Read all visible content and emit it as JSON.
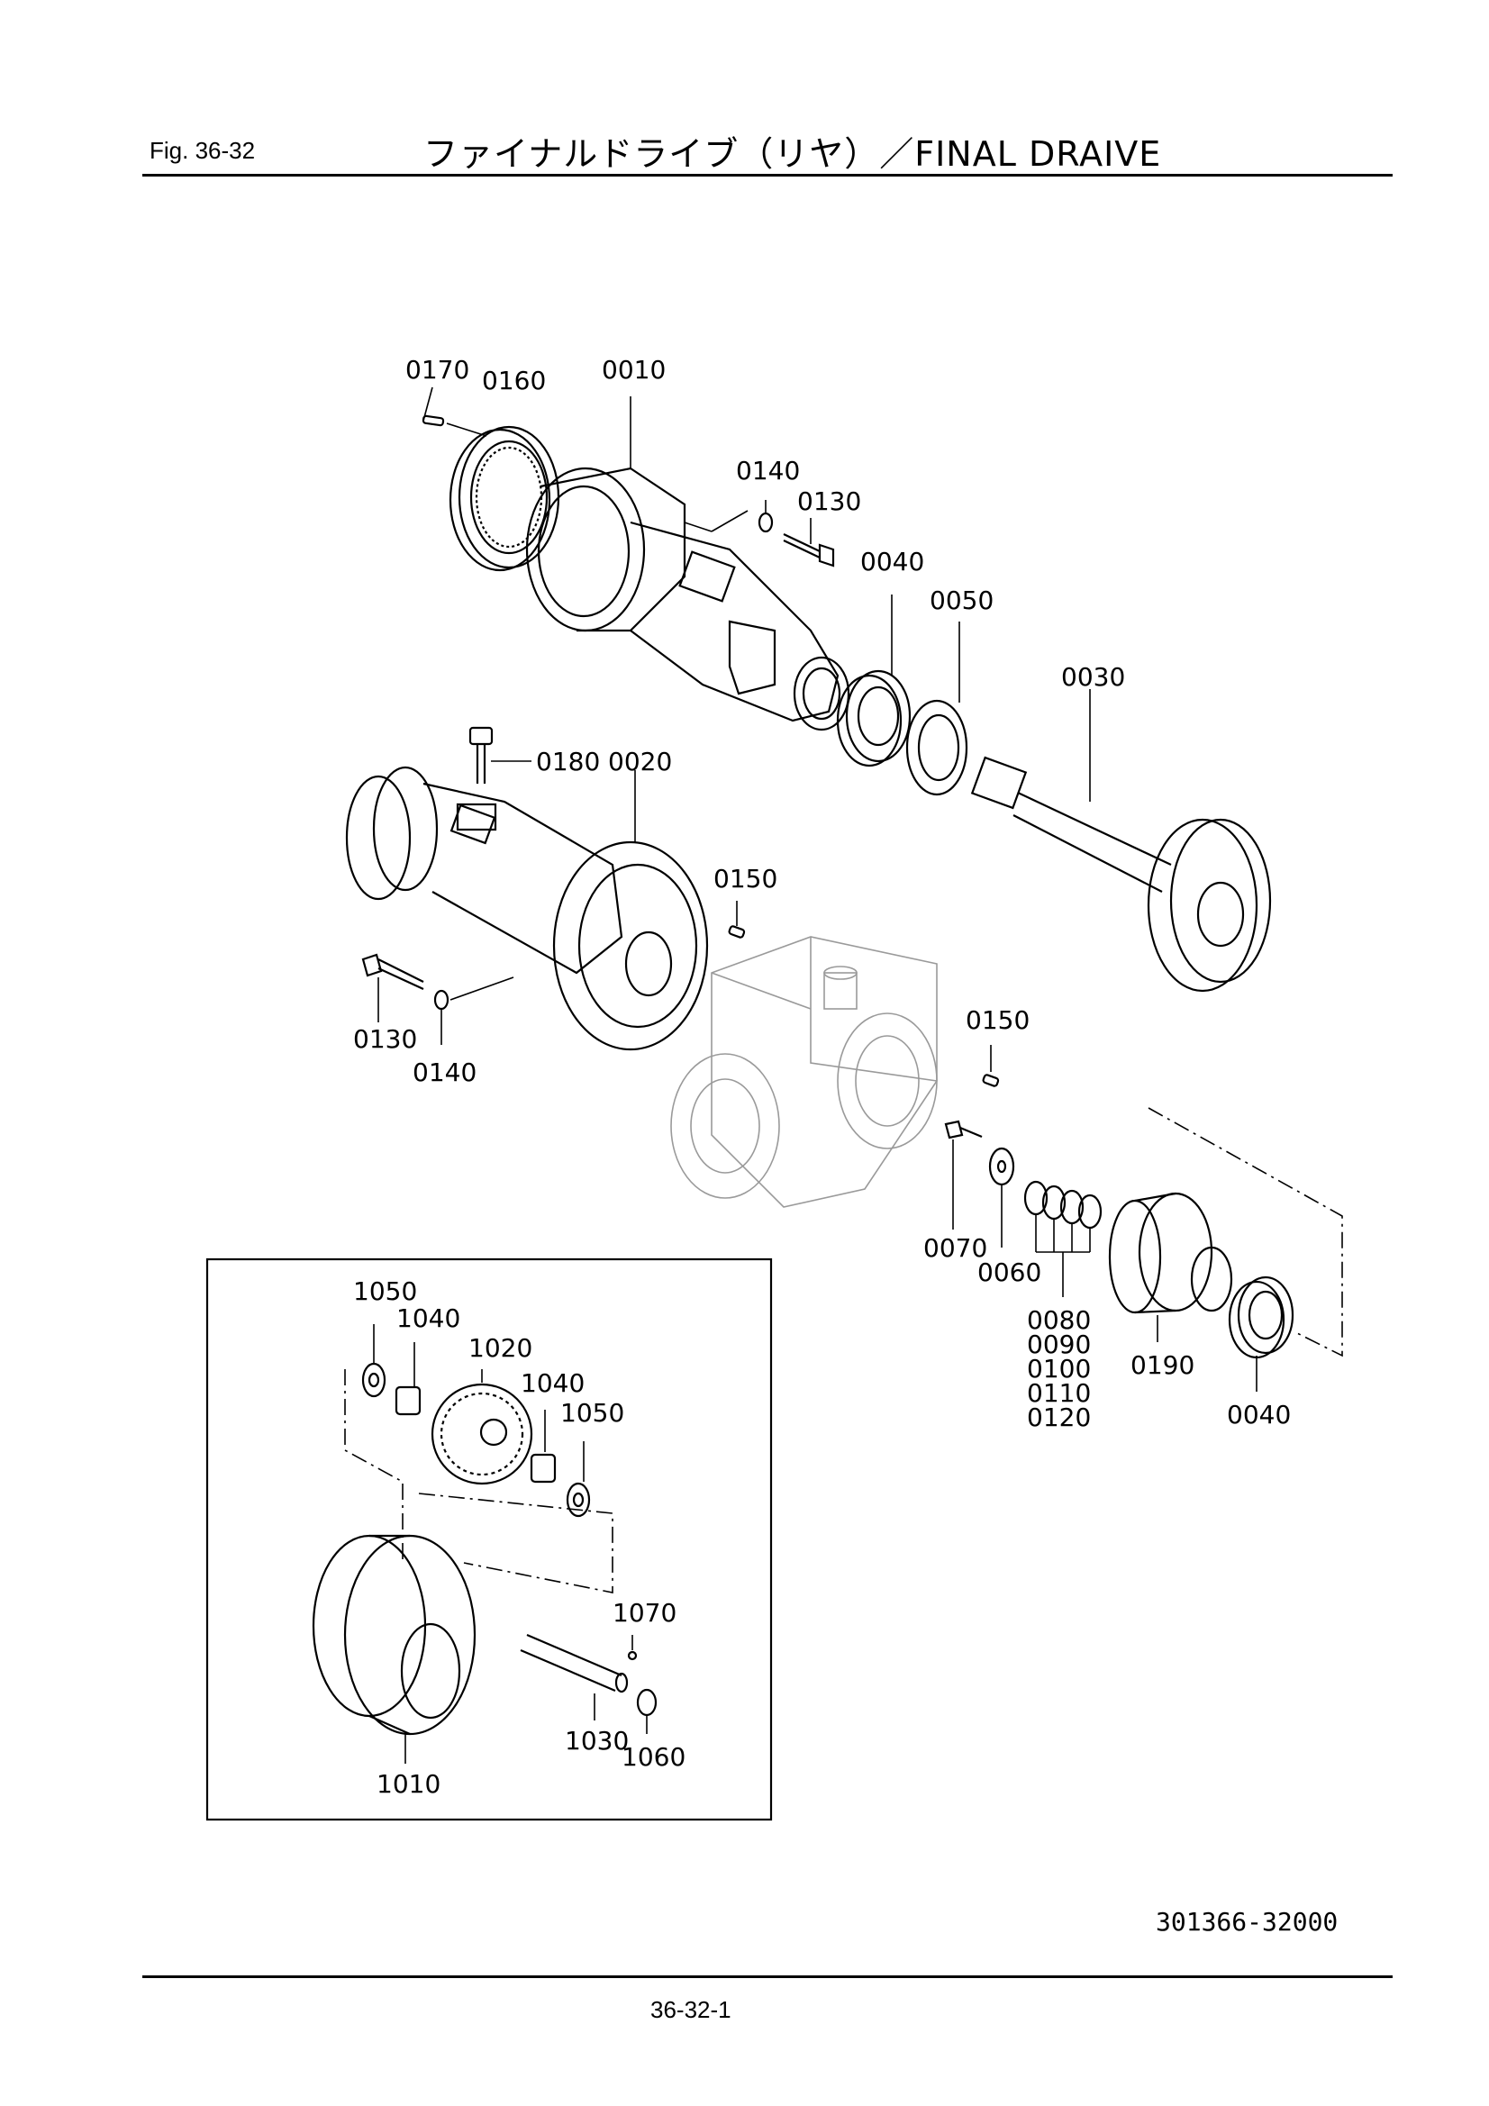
{
  "header": {
    "fig_label": "Fig.  36-32",
    "title": "ファイナルドライブ（リヤ）／FINAL  DRAIVE"
  },
  "parts": {
    "p0170": "0170",
    "p0160": "0160",
    "p0010": "0010",
    "p0140_top": "0140",
    "p0130_top": "0130",
    "p0040_top": "0040",
    "p0050": "0050",
    "p0030": "0030",
    "p0180": "0180",
    "p0020": "0020",
    "p0150_left": "0150",
    "p0130_left": "0130",
    "p0140_left": "0140",
    "p0150_right": "0150",
    "p0070": "0070",
    "p0060": "0060",
    "p0080": "0080",
    "p0090": "0090",
    "p0100": "0100",
    "p0110": "0110",
    "p0120": "0120",
    "p0190": "0190",
    "p0040_right": "0040"
  },
  "inset": {
    "p1050_a": "1050",
    "p1040_a": "1040",
    "p1020": "1020",
    "p1040_b": "1040",
    "p1050_b": "1050",
    "p1070": "1070",
    "p1030": "1030",
    "p1060": "1060",
    "p1010": "1010"
  },
  "footer": {
    "ref_number": "301366-32000",
    "page_number": "36-32-1"
  }
}
